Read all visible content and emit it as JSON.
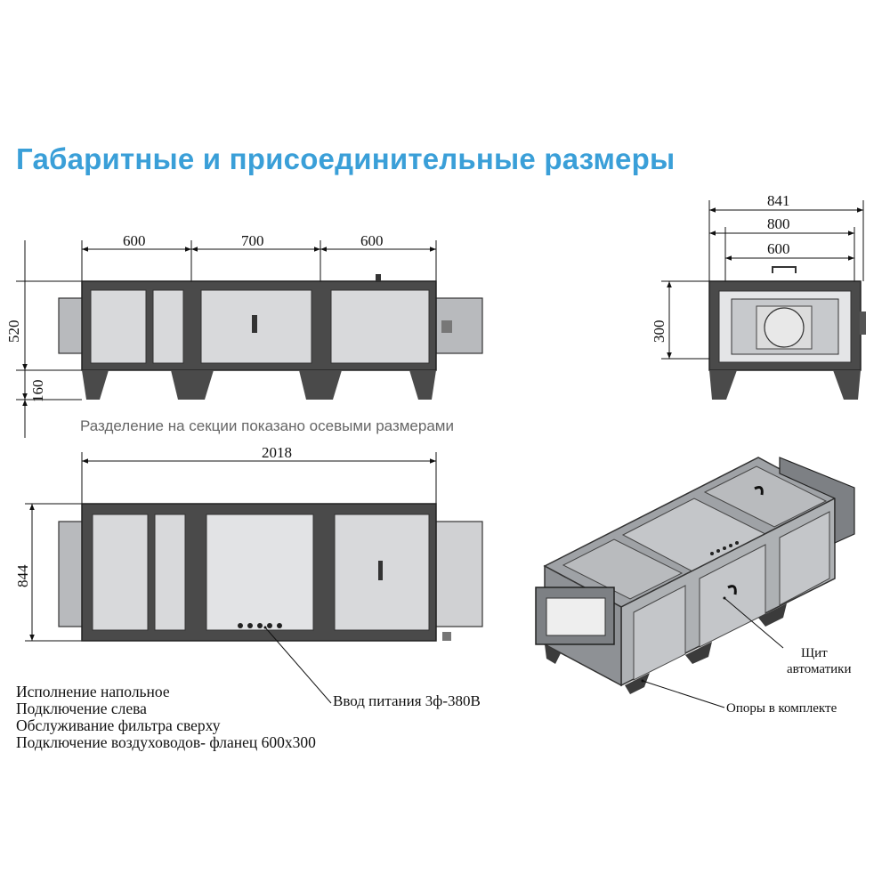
{
  "title": "Габаритные и присоединительные размеры",
  "front_view": {
    "section_widths": [
      "600",
      "700",
      "600"
    ],
    "height_total": "520",
    "height_legs": "160"
  },
  "side_view": {
    "widths": [
      "841",
      "800",
      "600"
    ],
    "opening_height": "300"
  },
  "section_note": "Разделение на секции показано осевыми размерами",
  "top_view": {
    "length": "2018",
    "depth": "844"
  },
  "specs": [
    "Исполнение напольное",
    "Подключение слева",
    "Обслуживание фильтра сверху",
    "Подключение воздуховодов- фланец 600х300"
  ],
  "callouts": {
    "power_input": "Ввод питания 3ф-380В",
    "control_panel_line1": "Щит",
    "control_panel_line2": "автоматики",
    "supports": "Опоры в комплекте"
  },
  "colors": {
    "title": "#3a9fd8",
    "frame": "#4a4a4a",
    "panel": "#c7c9cc",
    "panel_light": "#e4e5e7"
  }
}
